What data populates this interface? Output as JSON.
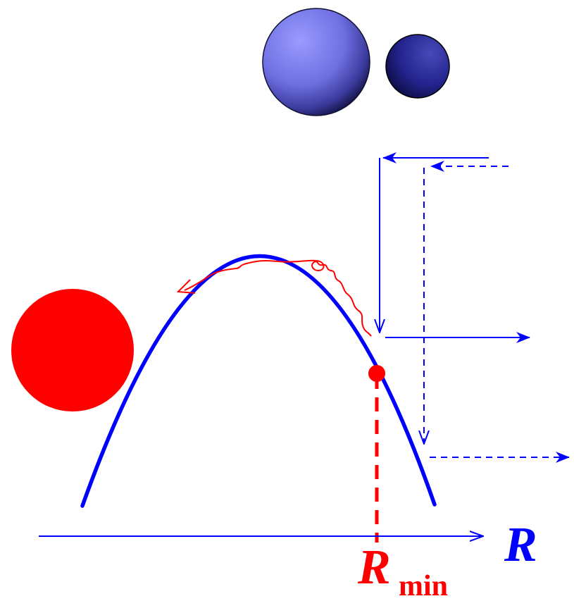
{
  "labels": {
    "axis_label": "R",
    "rmin_main": "R",
    "rmin_sub": "min"
  },
  "colors": {
    "curve": "#0000ff",
    "marker": "#ff0000",
    "ball_large": "#7c7cf0",
    "ball_small": "#23238a",
    "background": "#ffffff"
  }
}
